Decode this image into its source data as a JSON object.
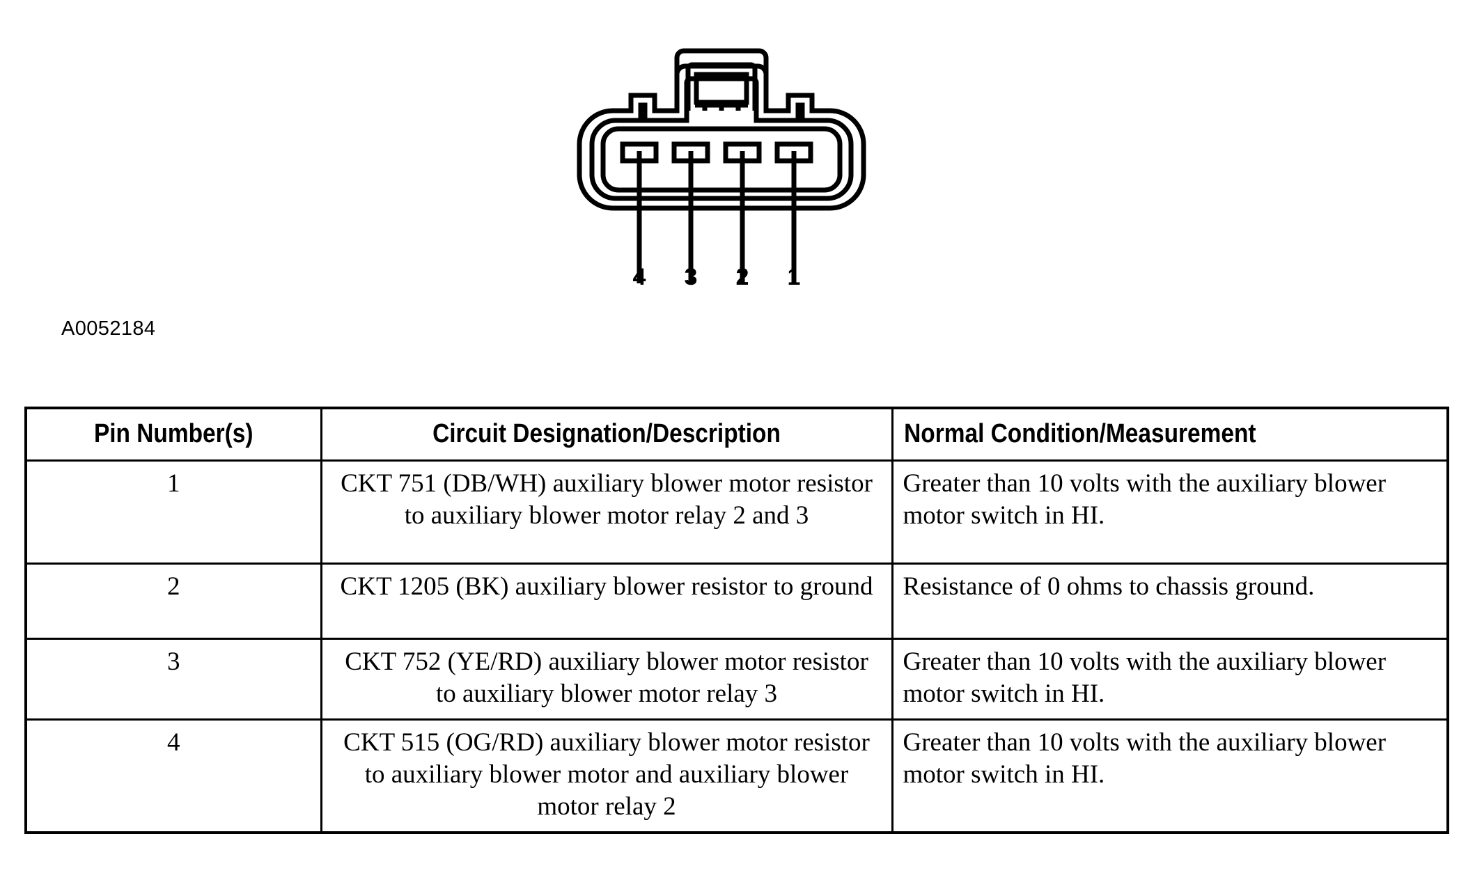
{
  "figure": {
    "code": "A0052184",
    "connector_type": "4-way-female-connector-face-view",
    "pin_callouts": [
      {
        "label": "4"
      },
      {
        "label": "3"
      },
      {
        "label": "2"
      },
      {
        "label": "1"
      }
    ],
    "cavity_count": 4
  },
  "table": {
    "headers": {
      "pin": "Pin Number(s)",
      "description": "Circuit Designation/Description",
      "measurement": "Normal Condition/Measurement"
    },
    "rows": [
      {
        "pin": "1",
        "description": "CKT 751 (DB/WH) auxiliary blower motor resistor to auxiliary blower motor relay 2 and 3",
        "measurement": "Greater than 10 volts with the auxiliary blower motor switch in HI."
      },
      {
        "pin": "2",
        "description": "CKT 1205 (BK) auxiliary blower resistor to ground",
        "measurement": "Resistance of 0 ohms to chassis ground."
      },
      {
        "pin": "3",
        "description": "CKT 752 (YE/RD) auxiliary blower motor resistor to auxiliary blower motor relay 3",
        "measurement": "Greater than 10 volts with the auxiliary blower motor switch in HI."
      },
      {
        "pin": "4",
        "description": "CKT 515 (OG/RD) auxiliary blower motor resistor to auxiliary blower motor and auxiliary blower motor relay 2",
        "measurement": "Greater than 10 volts with the auxiliary blower motor switch in HI."
      }
    ]
  },
  "colors": {
    "ink": "#000000",
    "page": "#ffffff"
  }
}
